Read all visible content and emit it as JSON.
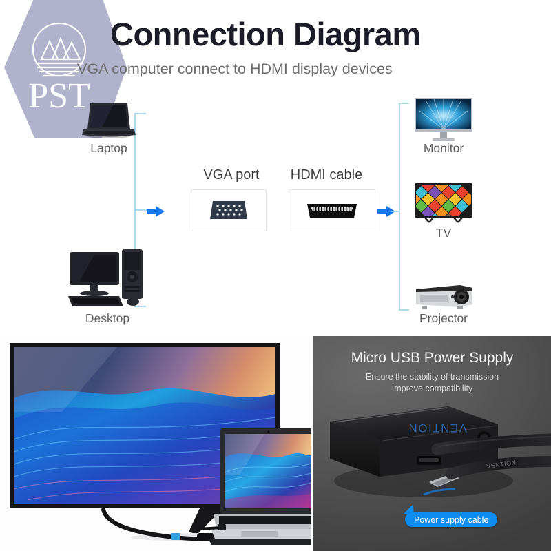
{
  "watermark": {
    "text": "PST",
    "logo_icon": "mountain-circle-logo",
    "shape": "hexagon",
    "color": "#aaabc8"
  },
  "header": {
    "title": "Connection Diagram",
    "subtitle": "VGA computer connect to HDMI display devices",
    "title_color": "#1c1c28",
    "subtitle_color": "#6d6d6d"
  },
  "diagram": {
    "sources": [
      {
        "label": "Laptop",
        "icon": "laptop-icon"
      },
      {
        "label": "Desktop",
        "icon": "desktop-computer-icon"
      }
    ],
    "connectors": [
      {
        "label": "VGA port",
        "icon": "vga-connector-icon"
      },
      {
        "label": "HDMI cable",
        "icon": "hdmi-connector-icon"
      }
    ],
    "outputs": [
      {
        "label": "Monitor",
        "icon": "monitor-icon"
      },
      {
        "label": "TV",
        "icon": "tv-icon"
      },
      {
        "label": "Projector",
        "icon": "projector-icon"
      }
    ],
    "flow_arrow_icon": "right-arrow-icon",
    "bracket_color": "#9ed5e8",
    "arrow_color": "#1678e8"
  },
  "photo_left": {
    "caption": "",
    "tv_icon": "tv-photo",
    "laptop_icon": "laptop-photo",
    "cable_icon": "hdmi-cable-photo"
  },
  "photo_right": {
    "title": "Micro USB Power Supply",
    "subtitle_line1": "Ensure the stability of transmission",
    "subtitle_line2": "Improve compatibility",
    "adapter_icon": "vga-to-hdmi-adapter-photo",
    "brand": "VENTION",
    "callout": {
      "text": "Power supply cable",
      "color": "#0d8cf2"
    }
  }
}
